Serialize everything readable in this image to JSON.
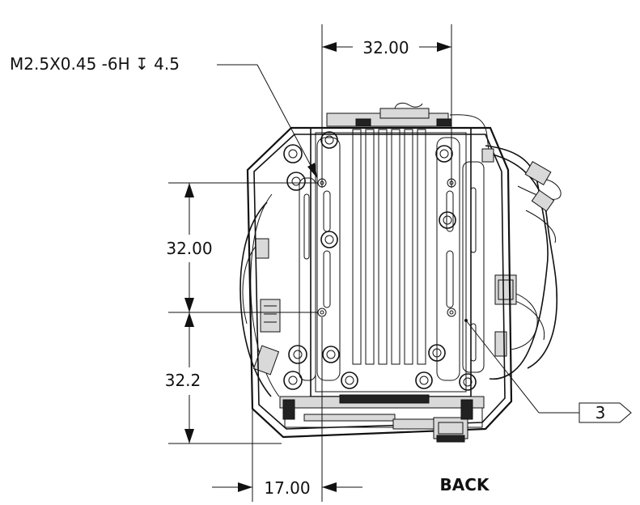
{
  "annotations": {
    "thread_callout": "M2.5X0.45 -6H ↧ 4.5",
    "top_dim": "32.00",
    "left_upper_dim": "32.00",
    "left_lower_dim": "32.2",
    "bottom_dim": "17.00",
    "balloon": "3",
    "view_label": "BACK"
  }
}
